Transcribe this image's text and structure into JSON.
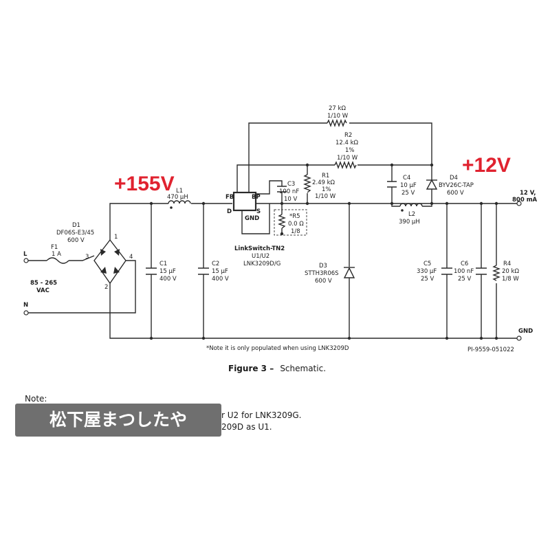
{
  "labels": {
    "v_dc": "+155V",
    "v_out": "+12V",
    "l_term": "L",
    "n_term": "N",
    "input_range": "85 - 265",
    "input_unit": "VAC",
    "f1_name": "F1",
    "f1_value": "1 A",
    "d1_name": "D1",
    "d1_part": "DF06S-E3/45",
    "d1_rating": "600 V",
    "bridge_pin1": "1",
    "bridge_pin2": "2",
    "bridge_pin3": "3",
    "bridge_pin4": "4",
    "l1_name": "L1",
    "l1_value": "470 µH",
    "c1_name": "C1",
    "c1_value": "15 µF",
    "c1_rating": "400 V",
    "c2_name": "C2",
    "c2_value": "15 µF",
    "c2_rating": "400 V",
    "pin_fb": "FB",
    "pin_bp": "BP",
    "pin_d": "D",
    "pin_s": "S",
    "pin_gnd": "GND",
    "ic_name": "LinkSwitch-TN2",
    "ic_ref": "U1/U2",
    "ic_part": "LNK3209D/G",
    "c3_name": "C3",
    "c3_value": "100 nF",
    "c3_rating": "10 V",
    "r5_name": "*R5",
    "r5_value": "0.0 Ω",
    "r5_rating": "1/8",
    "r1_name": "R1",
    "r1_value": "2.49 kΩ",
    "r1_tol": "1%",
    "r1_rating": "1/10 W",
    "r3_value": "27 kΩ",
    "r3_rating": "1/10 W",
    "r2_name": "R2",
    "r2_value": "12.4 kΩ",
    "r2_tol": "1%",
    "r2_rating": "1/10 W",
    "c4_name": "C4",
    "c4_value": "10 µF",
    "c4_rating": "25 V",
    "d4_name": "D4",
    "d4_part": "BYV26C-TAP",
    "d4_rating": "600 V",
    "l2_name": "L2",
    "l2_value": "390 µH",
    "d3_name": "D3",
    "d3_part": "STTH3R06S",
    "d3_rating": "600 V",
    "c5_name": "C5",
    "c5_value": "330 µF",
    "c5_rating": "25 V",
    "c6_name": "C6",
    "c6_value": "100 nF",
    "c6_rating": "25 V",
    "r4_name": "R4",
    "r4_value": "20 kΩ",
    "r4_rating": "1/8 W",
    "out_voltage": "12 V,",
    "out_current": "800 mA",
    "gnd_label": "GND",
    "footnote": "*Note it is only populated when using LNK3209D",
    "doc_id": "PI-9559-051022"
  },
  "caption": {
    "figure": "Figure 3 –",
    "title": "Schematic."
  },
  "notes": {
    "heading": "Note:",
    "line1": "r U2 for LNK3209G.",
    "line2": "209D as U1."
  },
  "watermark": "松下屋まつしたや",
  "colors": {
    "annotation_red": "#e0222f",
    "wire": "#2a2a2a",
    "watermark_bg": "#6f6f6f"
  }
}
